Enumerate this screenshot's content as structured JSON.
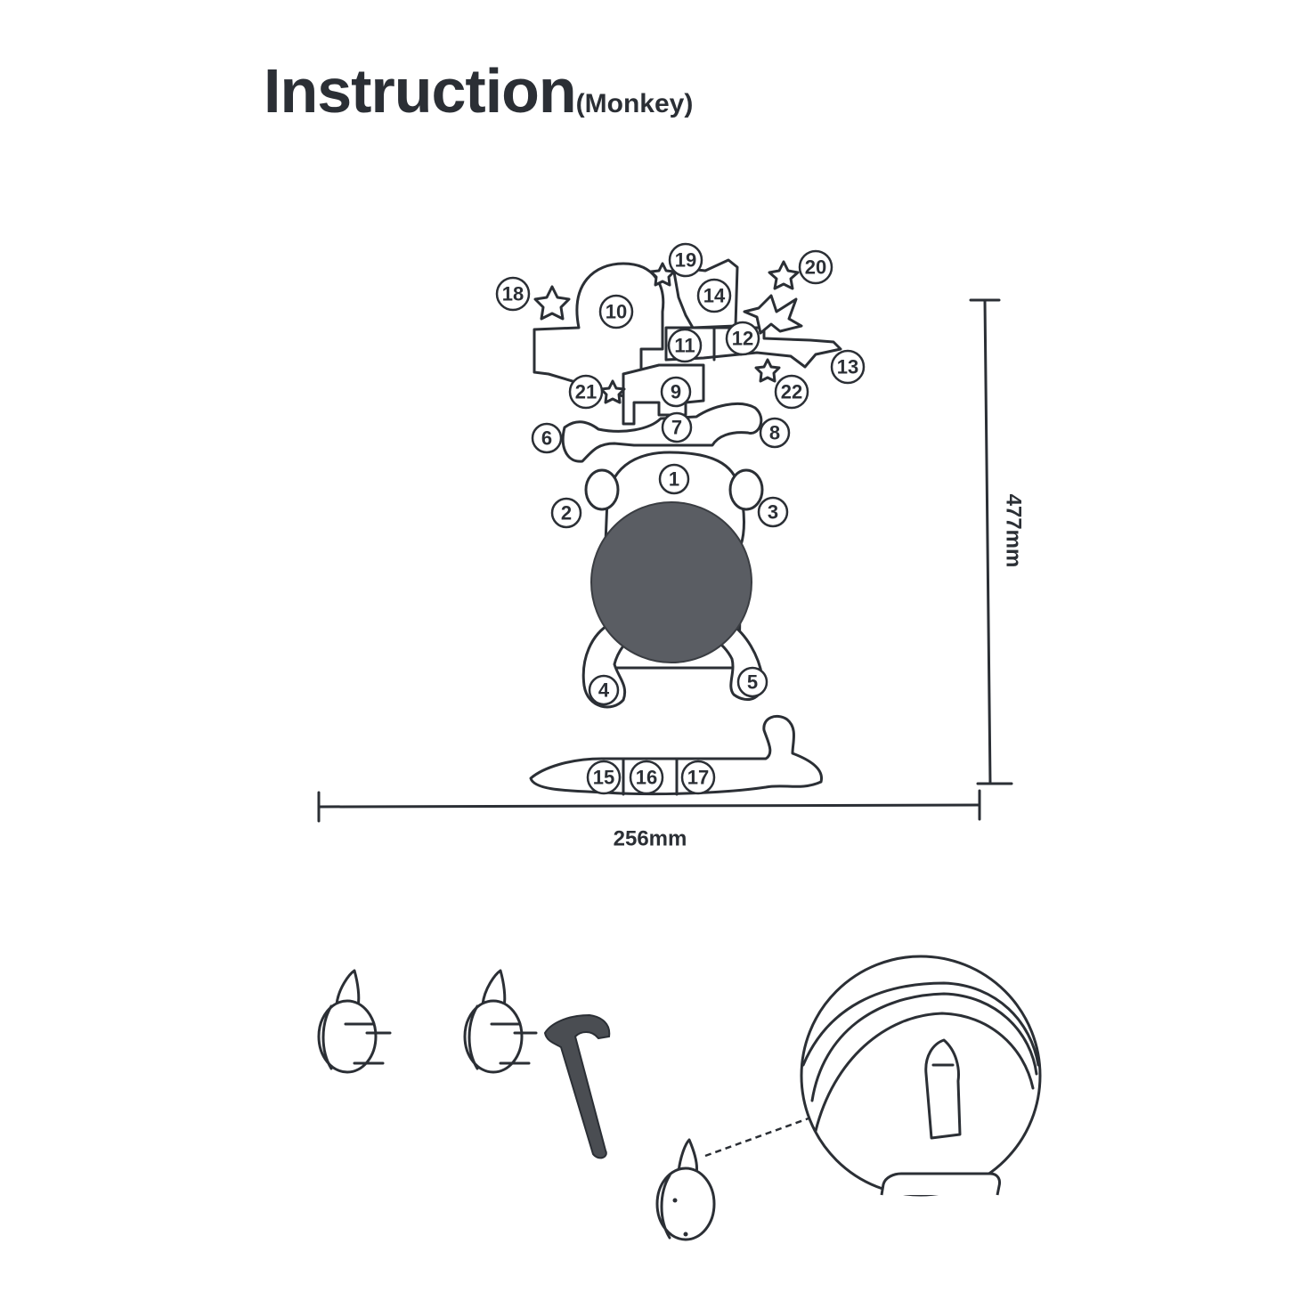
{
  "title": {
    "main": "Instruction",
    "sub": "(Monkey)"
  },
  "dimensions": {
    "height": "477mm",
    "width": "256mm"
  },
  "part_numbers": [
    "1",
    "2",
    "3",
    "4",
    "5",
    "6",
    "7",
    "8",
    "9",
    "10",
    "11",
    "12",
    "13",
    "14",
    "15",
    "16",
    "17",
    "18",
    "19",
    "20",
    "21",
    "22"
  ],
  "colors": {
    "ink": "#2b2f35",
    "clock_face": "#5a5d63",
    "background": "#ffffff"
  },
  "icons": [
    "hook-icon",
    "hammer-icon",
    "magnified-hook-icon"
  ]
}
